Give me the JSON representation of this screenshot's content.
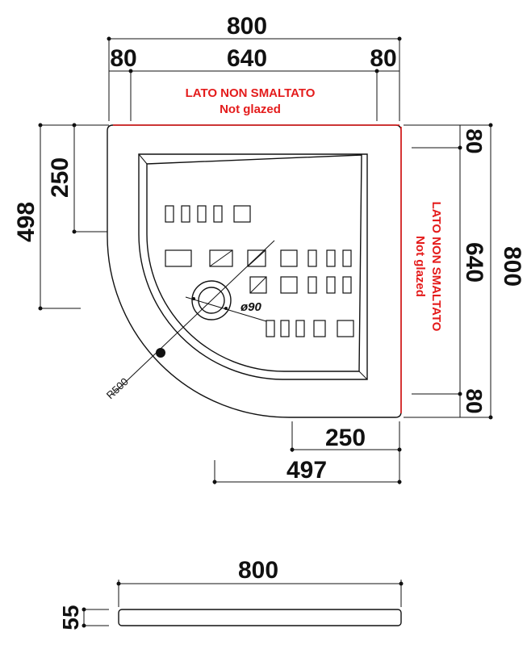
{
  "dimensions": {
    "top_total": "800",
    "top_left": "80",
    "top_middle": "640",
    "top_right": "80",
    "left_outer": "498",
    "left_inner": "250",
    "right_total": "800",
    "right_top": "80",
    "right_middle": "640",
    "right_bottom": "80",
    "bottom_inner": "250",
    "bottom_outer": "497",
    "side_view_width": "800",
    "side_view_height": "55"
  },
  "notes": {
    "top_line1": "LATO NON SMALTATO",
    "top_line2": "Not glazed",
    "right_line1": "LATO NON SMALTATO",
    "right_line2": "Not glazed"
  },
  "labels": {
    "radius": "R500",
    "drain": "ø90"
  },
  "colors": {
    "unglazed_edge": "#e41b1b",
    "line": "#111111"
  }
}
